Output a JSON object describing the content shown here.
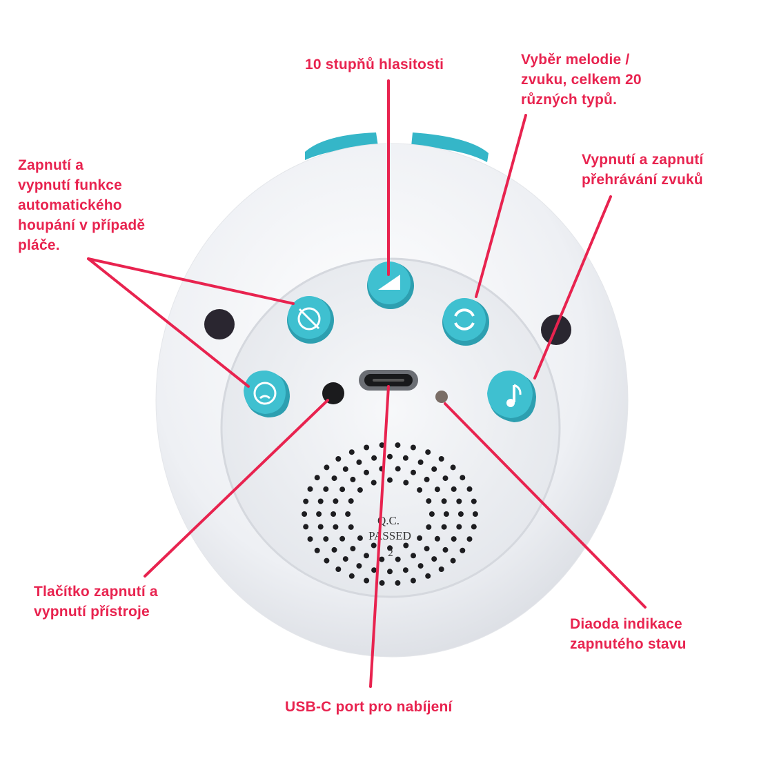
{
  "colors": {
    "accent": "#e8234f",
    "button": "#3fc0d0",
    "body": "#eef0f3"
  },
  "labels": {
    "volume": "10 stupňů hlasitosti",
    "melody": "Vyběr melodie /\nzvuku, celkem 20\nrůzných typů.",
    "playback": "Vypnutí a zapnutí\npřehrávání zvuků",
    "cry_rocking": "Zapnutí a\nvypnutí funkce\nautomatického\nhoupání v případě\npláče.",
    "power": "Tlačítko zapnutí a\nvypnutí přístroje",
    "led": "Diaoda indikace\nzapnutého stavu",
    "usb": "USB-C port pro nabíjení"
  },
  "device": {
    "qc_line1": "Q.C.",
    "qc_line2": "PASSED",
    "qc_line3": "2"
  }
}
